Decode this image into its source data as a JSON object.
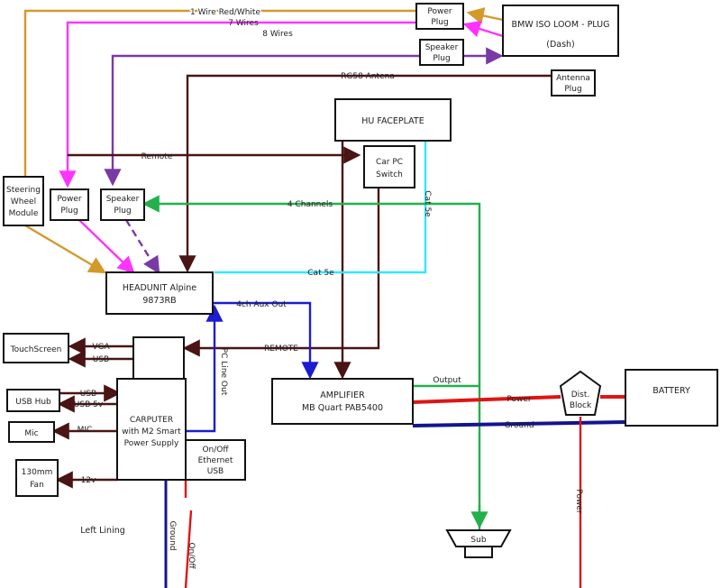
{
  "colors": {
    "orange": "#d39a2a",
    "magenta": "#ff33ff",
    "purple": "#7a3aa6",
    "brown": "#4a1414",
    "cyan": "#33e6ff",
    "green": "#22b14c",
    "blue": "#1c1cd0",
    "red": "#e01414",
    "navy": "#141490"
  },
  "boxes": {
    "bmw_plug": [
      "BMW ISO LOOM - PLUG",
      "(Dash)"
    ],
    "power_plug_top": [
      "Power",
      "Plug"
    ],
    "speaker_plug_top": [
      "Speaker",
      "Plug"
    ],
    "antenna_plug": [
      "Antenna",
      "Plug"
    ],
    "hu_faceplate": [
      "HU FACEPLATE"
    ],
    "car_pc_switch": [
      "Car PC",
      "Switch"
    ],
    "steering_module": [
      "Steering",
      "Wheel",
      "Module"
    ],
    "power_plug_left": [
      "Power",
      "Plug"
    ],
    "speaker_plug_left": [
      "Speaker",
      "Plug"
    ],
    "headunit": [
      "HEADUNIT Alpine",
      "9873RB"
    ],
    "touchscreen": [
      "TouchScreen"
    ],
    "usb_hub": [
      "USB Hub"
    ],
    "mic": [
      "Mic"
    ],
    "fan": [
      "130mm",
      "Fan"
    ],
    "carputer": [
      "CARPUTER",
      "with M2 Smart",
      "Power Supply"
    ],
    "onoff_eth": [
      "On/Off",
      "Ethernet",
      "USB"
    ],
    "amplifier": [
      "AMPLIFIER",
      "MB Quart PAB5400"
    ],
    "dist_block": [
      "Dist.",
      "Block"
    ],
    "battery": [
      "BATTERY"
    ],
    "sub": [
      "Sub"
    ]
  },
  "wire_labels": {
    "one_wire": "1 Wire Red/White",
    "seven_wires": "7 Wires",
    "eight_wires": "8 Wires",
    "rg58": "RG58 Antena",
    "remote_top": "Remote",
    "four_channels": "4 Channels",
    "cat5e_vertical": "Cat 5e",
    "cat5e_horizontal": "Cat 5e",
    "aux_out": "4ch Aux Out",
    "remote_mid": "REMOTE",
    "pc_line_out": "PC Line Out",
    "vga": "VGA",
    "usb": "USB",
    "usb_hub_usb": "USB",
    "usb_5v": "USB 5v",
    "mic": "MIC",
    "twelve_v": "12v",
    "output": "Output",
    "power_amp": "Power",
    "ground_amp": "Ground",
    "power_vertical": "Power",
    "ground_vertical": "Ground",
    "onoff_vertical": "On/Off",
    "left_lining": "Left Lining"
  }
}
